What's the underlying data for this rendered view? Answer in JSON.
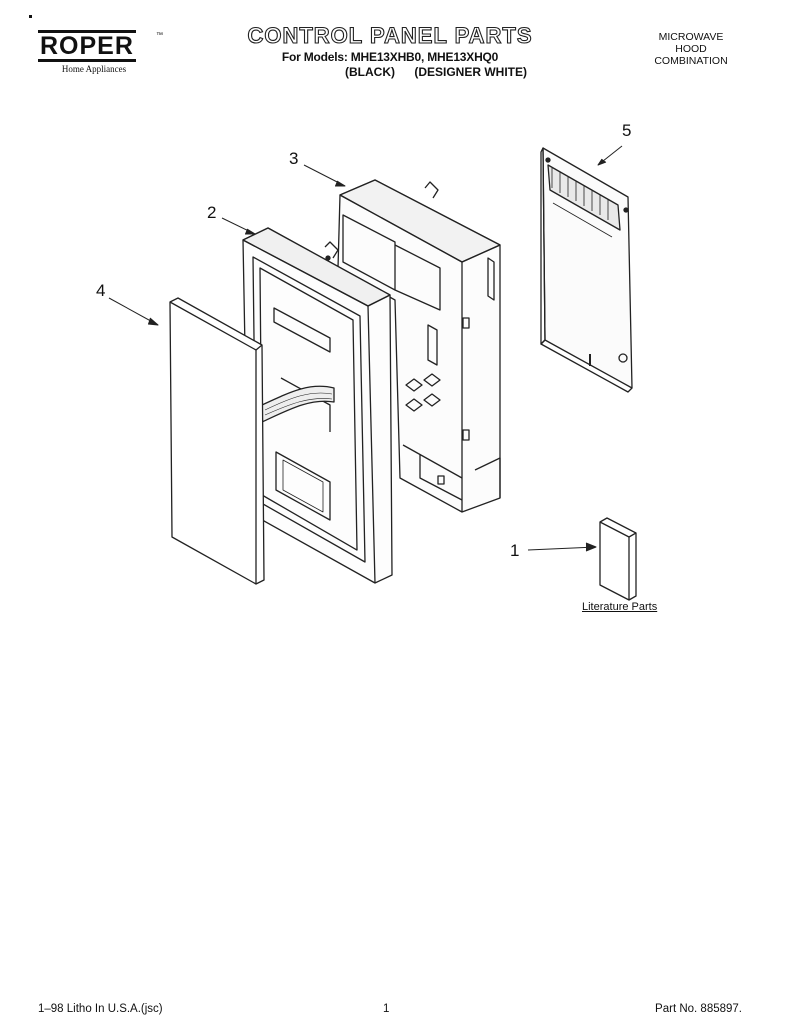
{
  "brand": {
    "name": "ROPER",
    "trademark": "™",
    "tagline": "Home Appliances"
  },
  "header": {
    "title": "CONTROL PANEL PARTS",
    "models": "For Models: MHE13XHB0, MHE13XHQ0",
    "finishes": [
      "(BLACK)",
      "(DESIGNER WHITE)"
    ]
  },
  "product": {
    "lines": [
      "MICROWAVE",
      "HOOD",
      "COMBINATION"
    ]
  },
  "callouts": [
    "1",
    "2",
    "3",
    "4",
    "5"
  ],
  "literature_label": "Literature Parts",
  "footer": {
    "left": "1–98 Litho In U.S.A.(jsc)",
    "center": "1",
    "right": "Part No. 885897."
  }
}
